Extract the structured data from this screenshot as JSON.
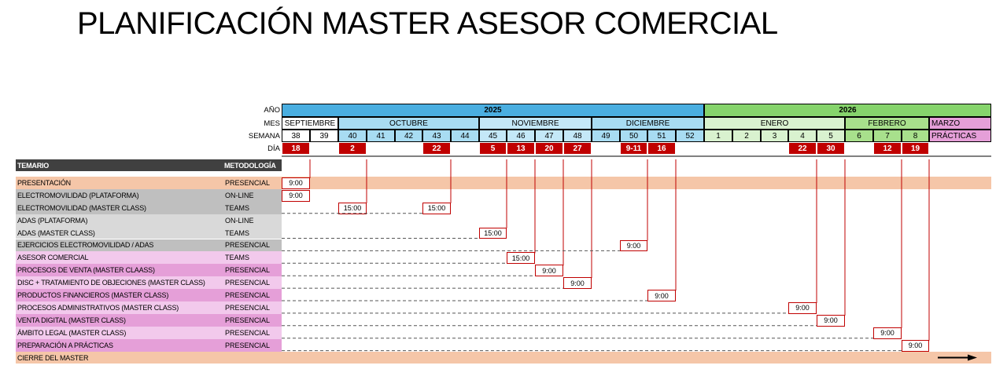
{
  "title": "PLANIFICACIÓN MASTER ASESOR COMERCIAL",
  "colors": {
    "year2025": "#4aaee0",
    "year2026": "#86d46c",
    "red": "#c00000",
    "grey_dark": "#404040",
    "salmon": "#f5c6a8",
    "grey": "#bfbfbf",
    "grey_light": "#d9d9d9",
    "pink": "#e59fd8",
    "pink_light": "#f2c9ec"
  },
  "header_labels": {
    "year": "AÑO",
    "month": "MES",
    "week": "SEMANA",
    "day": "DÍA"
  },
  "years": [
    {
      "label": "2025",
      "color": "#4aaee0"
    },
    {
      "label": "2026",
      "color": "#86d46c"
    }
  ],
  "months": [
    {
      "label": "SEPTIEMBRE",
      "color": "#ffffff"
    },
    {
      "label": "OCTUBRE",
      "color": "#a8dcf2"
    },
    {
      "label": "NOVIEMBRE",
      "color": "#c4e8f8"
    },
    {
      "label": "DICIEMBRE",
      "color": "#a8dcf2"
    },
    {
      "label": "ENERO",
      "color": "#d9f2cf"
    },
    {
      "label": "FEBRERO",
      "color": "#a8e08c"
    },
    {
      "label": "MARZO",
      "color": "#e59fd8"
    }
  ],
  "weeks": [
    "38",
    "39",
    "40",
    "41",
    "42",
    "43",
    "44",
    "45",
    "46",
    "47",
    "48",
    "49",
    "50",
    "51",
    "52",
    "1",
    "2",
    "3",
    "4",
    "5",
    "6",
    "7",
    "8"
  ],
  "practicas_label": "PRÁCTICAS",
  "days": [
    "18",
    "",
    "2",
    "",
    "",
    "22",
    "",
    "5",
    "13",
    "20",
    "27",
    "",
    "9-11",
    "16",
    "",
    "",
    "",
    "",
    "22",
    "30",
    "",
    "12",
    "19"
  ],
  "table_headers": {
    "temario": "TEMARIO",
    "metodologia": "METODOLOGÍA"
  },
  "rows": [
    {
      "temario": "PRESENTACIÓN",
      "metodologia": "PRESENCIAL",
      "time": "9:00",
      "color": "#f5c6a8"
    },
    {
      "temario": "ELECTROMOVILIDAD (PLATAFORMA)",
      "metodologia": "ON-LINE",
      "time": "9:00",
      "color": "#bfbfbf"
    },
    {
      "temario": "ELECTROMOVILIDAD (MASTER CLASS)",
      "metodologia": "TEAMS",
      "times": [
        "15:00",
        "15:00"
      ],
      "color": "#bfbfbf"
    },
    {
      "temario": "ADAS (PLATAFORMA)",
      "metodologia": "ON-LINE",
      "time": "",
      "color": "#d9d9d9"
    },
    {
      "temario": "ADAS (MASTER CLASS)",
      "metodologia": "TEAMS",
      "time": "15:00",
      "color": "#d9d9d9"
    },
    {
      "temario": "EJERCICIOS ELECTROMOVILIDAD / ADAS",
      "metodologia": "PRESENCIAL",
      "time": "9:00",
      "color": "#bfbfbf"
    },
    {
      "temario": "ASESOR COMERCIAL",
      "metodologia": "TEAMS",
      "time": "15:00",
      "color": "#f2c9ec"
    },
    {
      "temario": "PROCESOS DE VENTA (MASTER CLAASS)",
      "metodologia": "PRESENCIAL",
      "time": "9:00",
      "color": "#e59fd8"
    },
    {
      "temario": "DISC + TRATAMIENTO DE OBJECIONES (MASTER CLASS)",
      "metodologia": "PRESENCIAL",
      "time": "9:00",
      "color": "#f2c9ec"
    },
    {
      "temario": "PRODUCTOS FINANCIEROS (MASTER CLASS)",
      "metodologia": "PRESENCIAL",
      "time": "9:00",
      "color": "#e59fd8"
    },
    {
      "temario": "PROCESOS ADMINISTRATIVOS (MASTER CLASS)",
      "metodologia": "PRESENCIAL",
      "time": "9:00",
      "color": "#f2c9ec"
    },
    {
      "temario": "VENTA DIGITAL (MASTER CLASS)",
      "metodologia": "PRESENCIAL",
      "time": "9:00",
      "color": "#e59fd8"
    },
    {
      "temario": "ÁMBITO LEGAL (MASTER CLASS)",
      "metodologia": "PRESENCIAL",
      "time": "9:00",
      "color": "#f2c9ec"
    },
    {
      "temario": "PREPARACIÓN A PRÁCTICAS",
      "metodologia": "PRESENCIAL",
      "time": "9:00",
      "color": "#e59fd8"
    },
    {
      "temario": "CIERRE DEL MASTER",
      "metodologia": "",
      "time": "",
      "color": "#f5c6a8"
    }
  ],
  "arrow_icon": "right-arrow-icon"
}
